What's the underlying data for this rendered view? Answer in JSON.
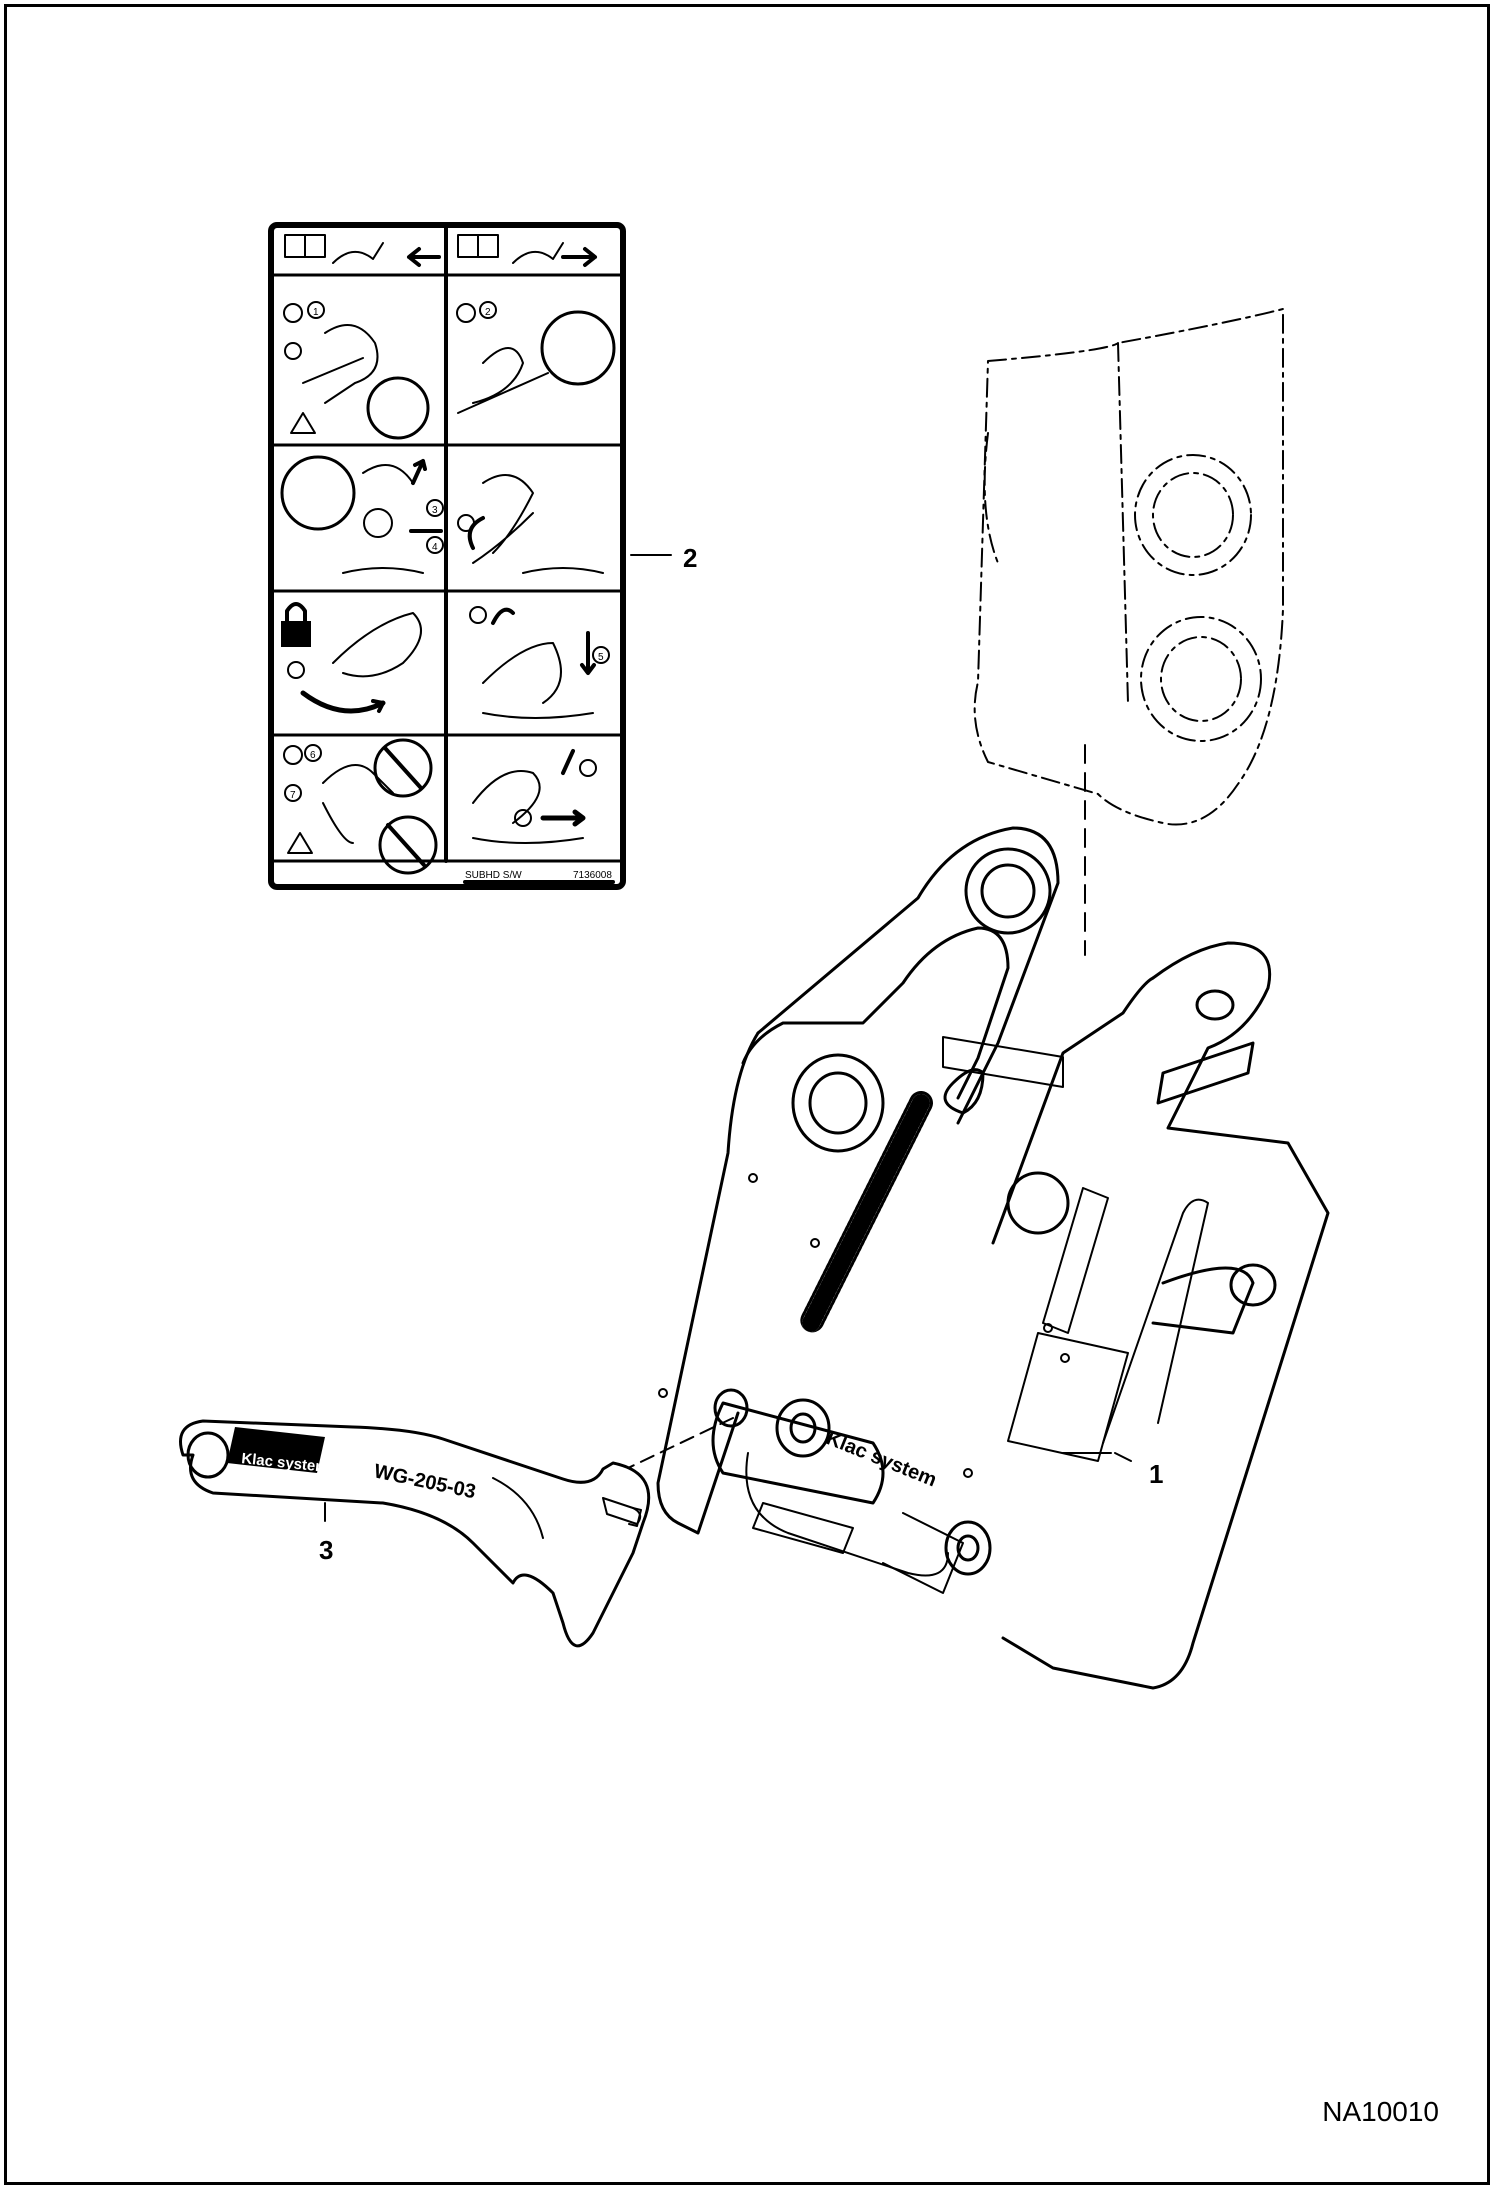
{
  "figure_code": "NA10010",
  "callouts": [
    {
      "number": "1",
      "part": "coupler"
    },
    {
      "number": "2",
      "part": "decal"
    },
    {
      "number": "3",
      "part": "wrench"
    }
  ],
  "decal": {
    "footer_left": "SUBHD S/W",
    "footer_right": "7136008",
    "steps": [
      "1",
      "2",
      "3",
      "4",
      "5",
      "6",
      "7"
    ]
  },
  "coupler": {
    "brand_text": "Klac system"
  },
  "wrench": {
    "brand_text": "Klac system",
    "model_text": "WG-205-03"
  }
}
